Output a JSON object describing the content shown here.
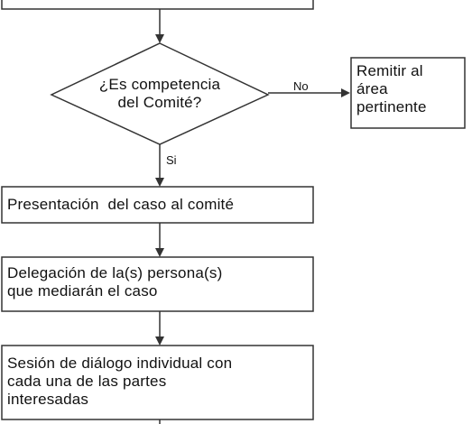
{
  "diagram": {
    "nodes": {
      "decision": {
        "line1": "¿Es competencia",
        "line2": "del Comité?"
      },
      "remit": {
        "line1": "Remitir al",
        "line2": "área",
        "line3": "pertinente"
      },
      "present_case": {
        "text": "Presentación  del caso al comité"
      },
      "delegation": {
        "line1": "Delegación de la(s) persona(s)",
        "line2": "que mediarán el caso"
      },
      "dialogue": {
        "line1": "Sesión de diálogo individual con",
        "line2": "cada una de las partes",
        "line3": "interesadas"
      }
    },
    "edges": {
      "no_label": "No",
      "yes_label": "Si"
    }
  }
}
